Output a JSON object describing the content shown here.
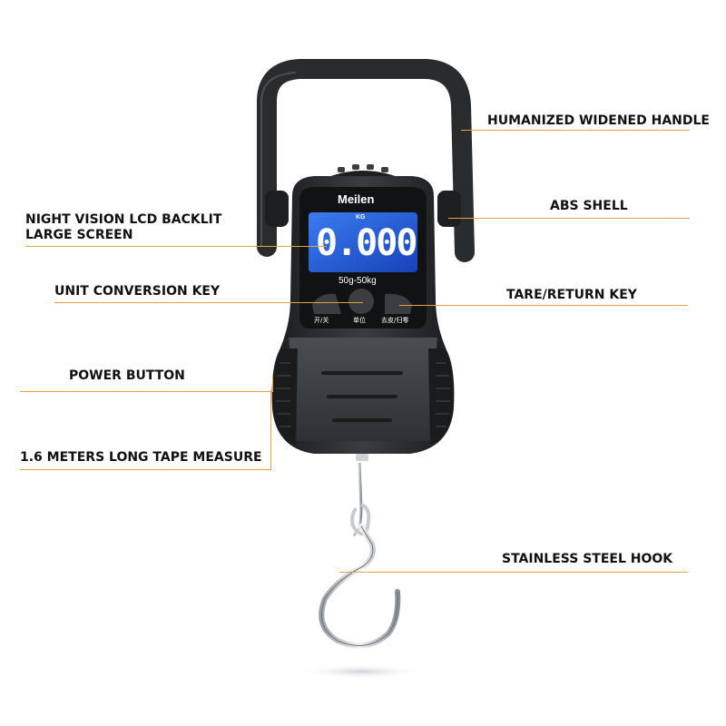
{
  "product": {
    "brand": "Meilen",
    "display_unit": "KG",
    "display_reading": "0.000",
    "range": "50g-50kg",
    "button_left": "开/关",
    "button_center": "单位",
    "button_right": "去皮/归零"
  },
  "callouts": {
    "handle": "HUMANIZED WIDENED HANDLE",
    "shell": "ABS SHELL",
    "screen_line1": "NIGHT VISION LCD BACKLIT",
    "screen_line2": "LARGE SCREEN",
    "unit_key": "UNIT CONVERSION KEY",
    "tare_key": "TARE/RETURN KEY",
    "power": "POWER BUTTON",
    "tape": "1.6 METERS LONG TAPE MEASURE",
    "hook": "STAINLESS STEEL HOOK"
  },
  "colors": {
    "accent_line": "#e8a23a",
    "lcd_blue": "#1f5fd6",
    "body_dark": "#2b2d30"
  }
}
